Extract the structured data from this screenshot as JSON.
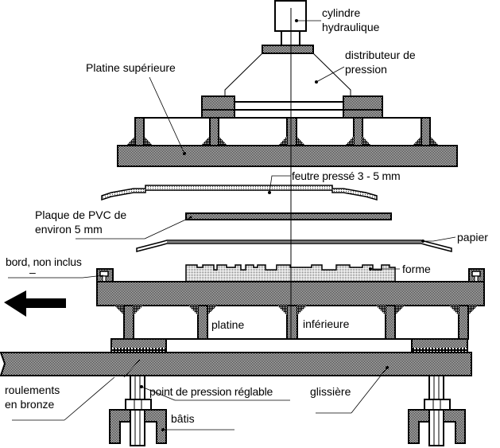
{
  "diagram": {
    "title": "Presse hydraulique - coupe schématique",
    "labels": {
      "cylinder": [
        "cylindre",
        "hydraulique"
      ],
      "distributor": [
        "distributeur de",
        "pression"
      ],
      "upper_platen": "Platine supérieure",
      "felt": "feutre pressé 3 - 5 mm",
      "pvc_plate": [
        "Plaque de PVC de",
        "environ 5 mm"
      ],
      "paper": "papier",
      "edge": "bord, non inclus",
      "edge_dash": "–",
      "form": "forme",
      "lower_platen_left": "platine",
      "lower_platen_right": "inférieure",
      "bearings": [
        "roulements",
        "en bronze"
      ],
      "pressure_point": "point de pression réglable",
      "slide": "glissière",
      "frame": "bâtis"
    },
    "icons": {
      "direction_arrow": "arrow-left-icon"
    },
    "colors": {
      "ink": "#000000",
      "background": "#ffffff"
    }
  }
}
